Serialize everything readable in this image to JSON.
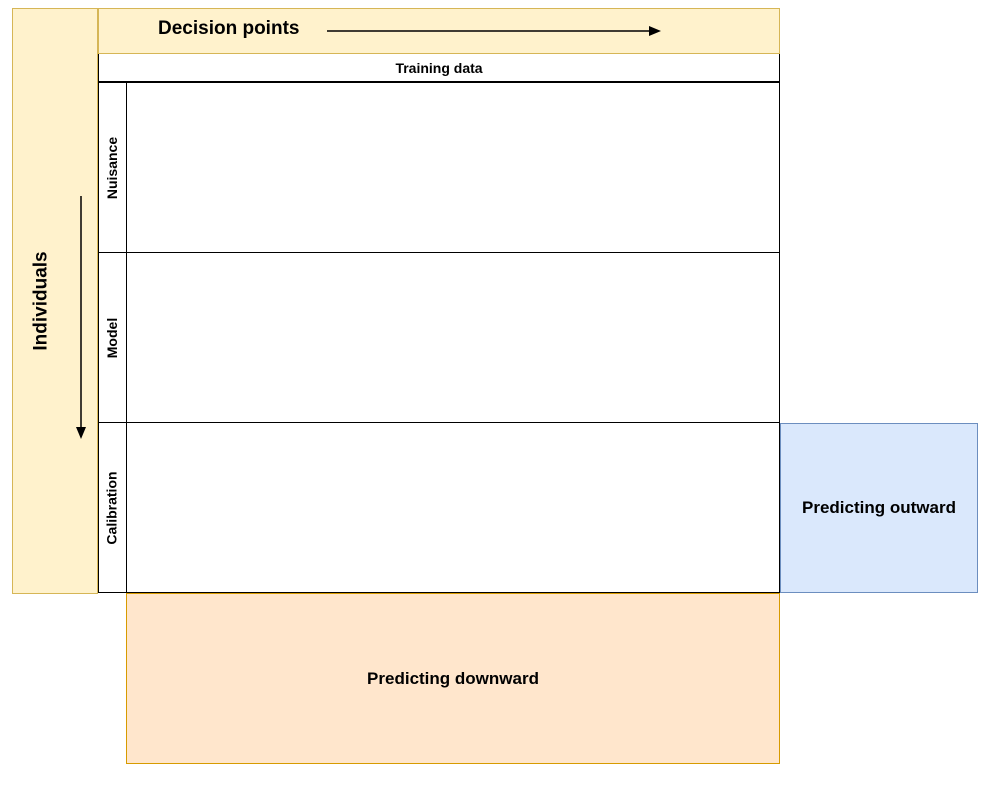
{
  "axes": {
    "individuals_label": "Individuals",
    "decision_points_label": "Decision points"
  },
  "grid": {
    "header": "Training data",
    "rows": [
      {
        "label": "Nuisance"
      },
      {
        "label": "Model"
      },
      {
        "label": "Calibration"
      }
    ]
  },
  "outputs": {
    "outward_label": "Predicting outward",
    "downward_label": "Predicting downward"
  },
  "colors": {
    "band_fill": "#fff2cc",
    "band_stroke": "#d6b656",
    "outward_fill": "#dae8fc",
    "outward_stroke": "#6c8ebf",
    "downward_fill": "#ffe6cc",
    "downward_stroke": "#d79b00",
    "line": "#000000"
  },
  "icons": {
    "decision_arrow": "arrow-right-icon",
    "individuals_arrow": "arrow-down-icon"
  }
}
